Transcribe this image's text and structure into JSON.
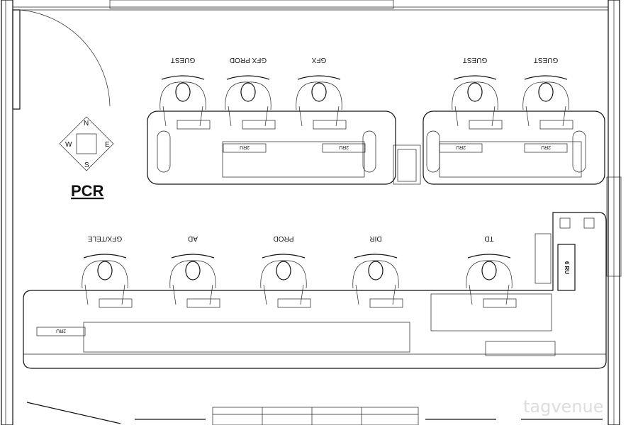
{
  "room_title": "PCR",
  "compass": {
    "n": "N",
    "e": "E",
    "s": "S",
    "w": "W"
  },
  "top_row_positions": [
    {
      "label": "GUEST"
    },
    {
      "label": "GFX PROD"
    },
    {
      "label": "GFX"
    },
    {
      "label": "GUEST"
    },
    {
      "label": "GUEST"
    }
  ],
  "bottom_row_positions": [
    {
      "label": "GFX/TELE"
    },
    {
      "label": "AD"
    },
    {
      "label": "PROD"
    },
    {
      "label": "DIR"
    },
    {
      "label": "TD"
    }
  ],
  "rack_labels": {
    "small": "2RU",
    "large": "6 RU"
  },
  "watermark": "tagvenue"
}
